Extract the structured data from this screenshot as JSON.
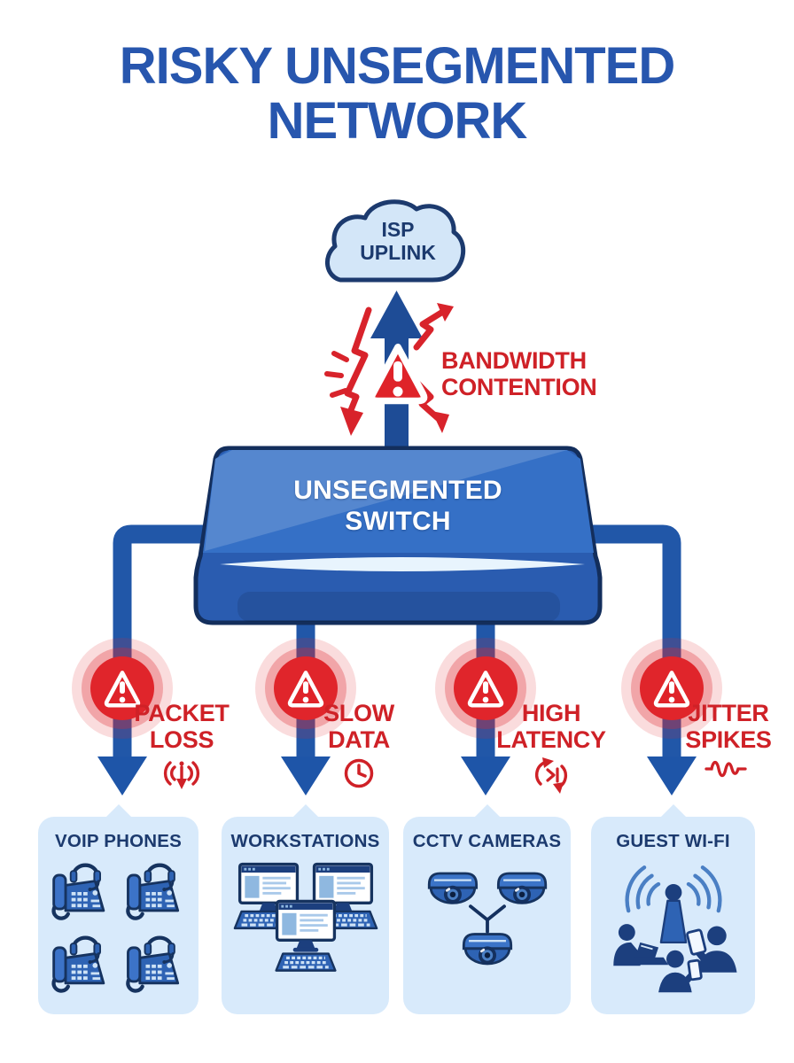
{
  "title": "RISKY UNSEGMENTED NETWORK",
  "cloud": {
    "label": "ISP UPLINK"
  },
  "uplink_warning": {
    "label": "BANDWIDTH CONTENTION",
    "icon": "warning-triangle-icon"
  },
  "switch": {
    "label": "UNSEGMENTED SWITCH"
  },
  "branches": [
    {
      "issue": "PACKET LOSS",
      "icon": "signal-drop-icon",
      "panel_title": "VOIP PHONES",
      "panel_icon": "voip-phones-illustration"
    },
    {
      "issue": "SLOW DATA",
      "icon": "clock-icon",
      "panel_title": "WORKSTATIONS",
      "panel_icon": "workstations-illustration"
    },
    {
      "issue": "HIGH LATENCY",
      "icon": "latency-loop-icon",
      "panel_title": "CCTV CAMERAS",
      "panel_icon": "cctv-cameras-illustration"
    },
    {
      "issue": "JITTER SPIKES",
      "icon": "jitter-wave-icon",
      "panel_title": "GUEST WI-FI",
      "panel_icon": "guest-wifi-illustration"
    }
  ],
  "colors": {
    "title_blue": "#2756AE",
    "pipe_blue": "#2157A8",
    "arrow_navy": "#1E4C96",
    "alert_red": "#DF2329",
    "label_red": "#CF2127",
    "navy_outline": "#16335F",
    "cloud_fill": "#D3E6F8",
    "panel_fill": "#D8EAFB",
    "switch_top": "#3570C6",
    "switch_front": "#2A5CB0"
  }
}
